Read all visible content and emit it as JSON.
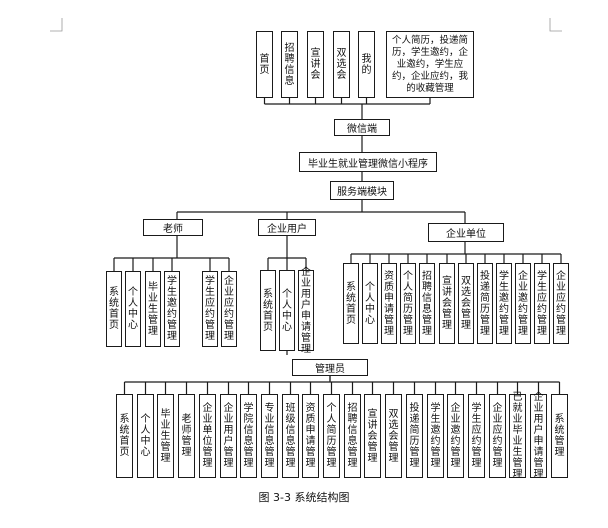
{
  "top_nodes": [
    "首页",
    "招聘信息",
    "宣讲会",
    "双选会",
    "我的"
  ],
  "top_note": "个人简历，投递简历，学生邀约，企业邀约，学生应约，企业应约，我的收藏管理",
  "wechat": "微信端",
  "miniprogram": "毕业生就业管理微信小程序",
  "server": "服务端模块",
  "groups": {
    "teacher": {
      "label": "老师",
      "children": [
        "系统首页",
        "个人中心",
        "毕业生管理",
        "学生邀约管理",
        "学生应约管理",
        "企业应约管理"
      ]
    },
    "company_user": {
      "label": "企业用户",
      "children": [
        "系统首页",
        "个人中心",
        "企业用户申请管理"
      ]
    },
    "company": {
      "label": "企业单位",
      "children": [
        "系统首页",
        "个人中心",
        "资质申请管理",
        "个人简历管理",
        "招聘信息管理",
        "宣讲会管理",
        "双选会管理",
        "投递简历管理",
        "学生邀约管理",
        "企业邀约管理",
        "学生应约管理",
        "企业应约管理"
      ]
    },
    "admin": {
      "label": "管理员",
      "children": [
        "系统首页",
        "个人中心",
        "毕业生管理",
        "老师管理",
        "企业单位管理",
        "企业用户管理",
        "学院信息管理",
        "专业信息管理",
        "班级信息管理",
        "资质申请管理",
        "个人简历管理",
        "招聘信息管理",
        "宣讲会管理",
        "双选会管理",
        "投递简历管理",
        "学生邀约管理",
        "企业邀约管理",
        "学生应约管理",
        "企业应约管理",
        "已就业毕业生管理",
        "企业用户申请管理",
        "系统管理"
      ]
    }
  },
  "caption": "图 3-3  系统结构图"
}
